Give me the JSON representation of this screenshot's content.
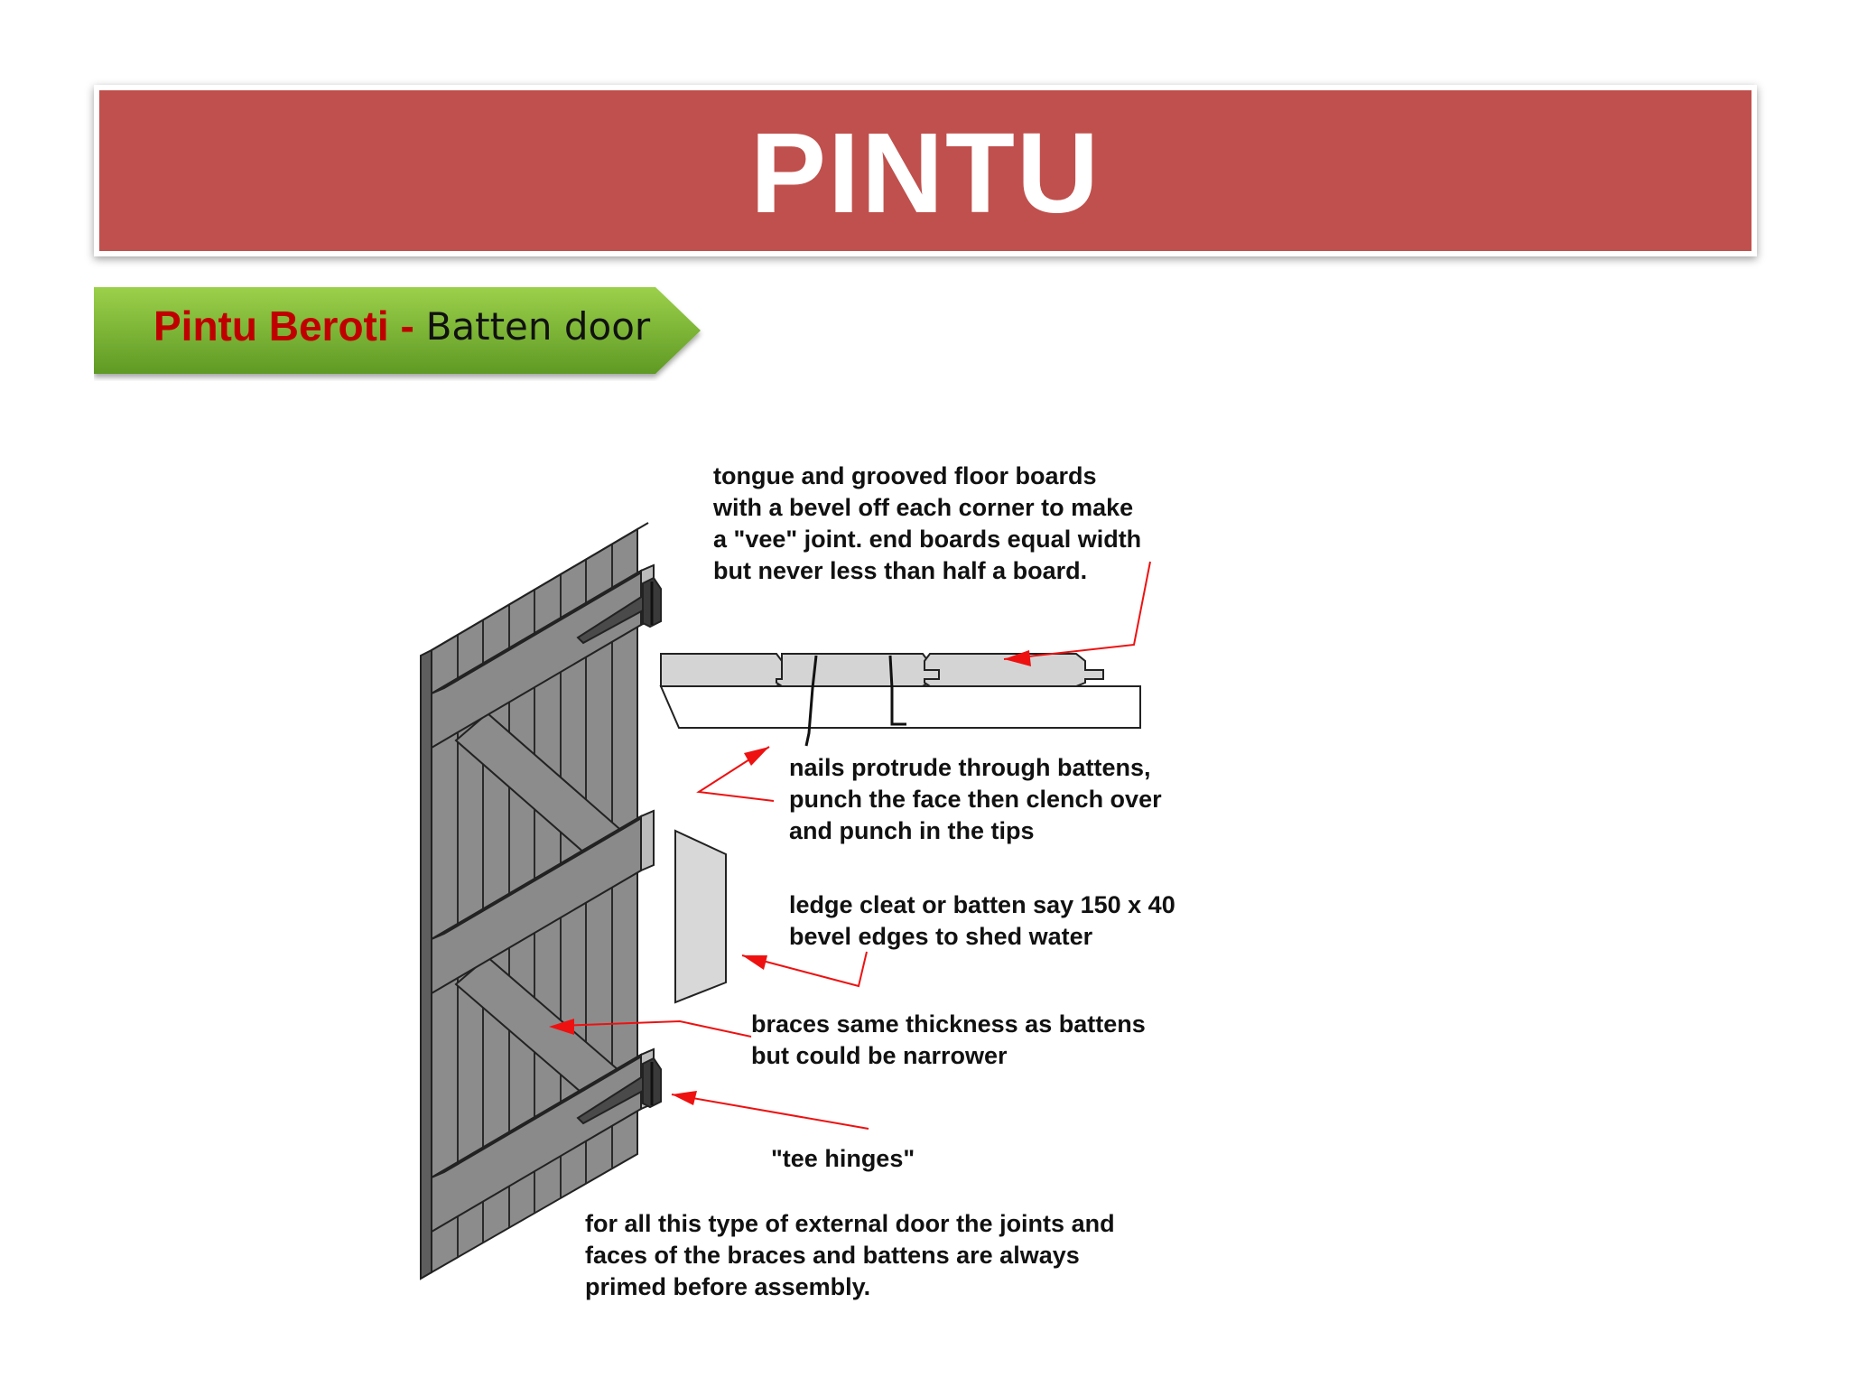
{
  "title": "PINTU",
  "subtitle": {
    "main": "Pintu Beroti",
    "separator": " - ",
    "note": "Batten door"
  },
  "colors": {
    "title_bar": "#c0504d",
    "subtitle_bar_top": "#9bd04a",
    "subtitle_bar_bottom": "#5f9a24",
    "door": "#8c8c8c",
    "callout_arrow": "#ee1111"
  },
  "labels": {
    "boards": [
      "tongue and grooved floor boards",
      "with a bevel off each corner to make",
      "a \"vee\" joint.  end boards equal width",
      "but never less than half a board."
    ],
    "nails": [
      "nails protrude through battens,",
      "punch the face then clench over",
      "and punch in the tips"
    ],
    "ledge": [
      "ledge cleat or batten say 150 x 40",
      "bevel edges to shed water"
    ],
    "braces": [
      "braces same thickness as battens",
      "but could be narrower"
    ],
    "hinges": [
      "\"tee hinges\""
    ],
    "note": [
      "for all this type of external door the joints and",
      "faces of the braces and battens are always",
      "primed before assembly."
    ]
  }
}
